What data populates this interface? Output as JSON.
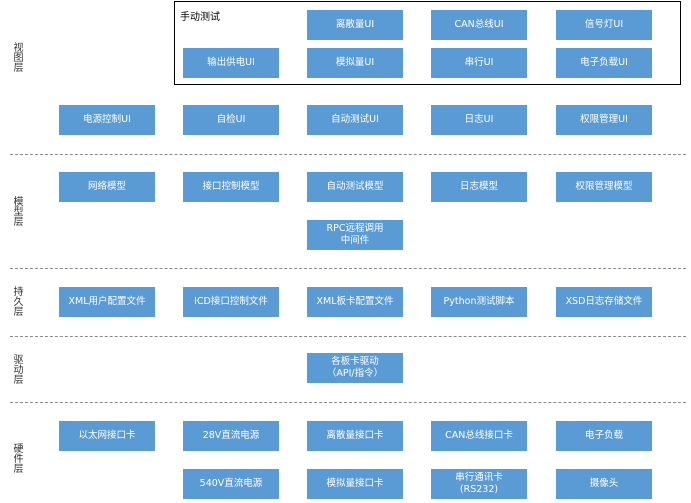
{
  "layers": {
    "view": "视图层",
    "model": "模型层",
    "persist": "持久层",
    "driver": "驱动层",
    "hardware": "硬件层"
  },
  "manual_test": {
    "title": "手动测试",
    "items": [
      "离散量UI",
      "CAN总线UI",
      "信号灯UI",
      "输出供电UI",
      "模拟量UI",
      "串行UI",
      "电子负载UI"
    ]
  },
  "view_row": [
    "电源控制UI",
    "自检UI",
    "自动测试UI",
    "日志UI",
    "权限管理UI"
  ],
  "model_row": [
    "网络模型",
    "接口控制模型",
    "自动测试模型",
    "日志模型",
    "权限管理模型"
  ],
  "middleware": "RPC远程调用\n中间件",
  "persist_row": [
    "XML用户配置文件",
    "ICD接口控制文件",
    "XML板卡配置文件",
    "Python测试脚本",
    "XSD日志存储文件"
  ],
  "driver": "各板卡驱动\n（API/指令）",
  "hardware_row1": [
    "以太网接口卡",
    "28V直流电源",
    "离散量接口卡",
    "CAN总线接口卡",
    "电子负载"
  ],
  "hardware_row2": [
    "540V直流电源",
    "模拟量接口卡",
    "串行通讯卡\n(RS232)",
    "摄像头"
  ]
}
